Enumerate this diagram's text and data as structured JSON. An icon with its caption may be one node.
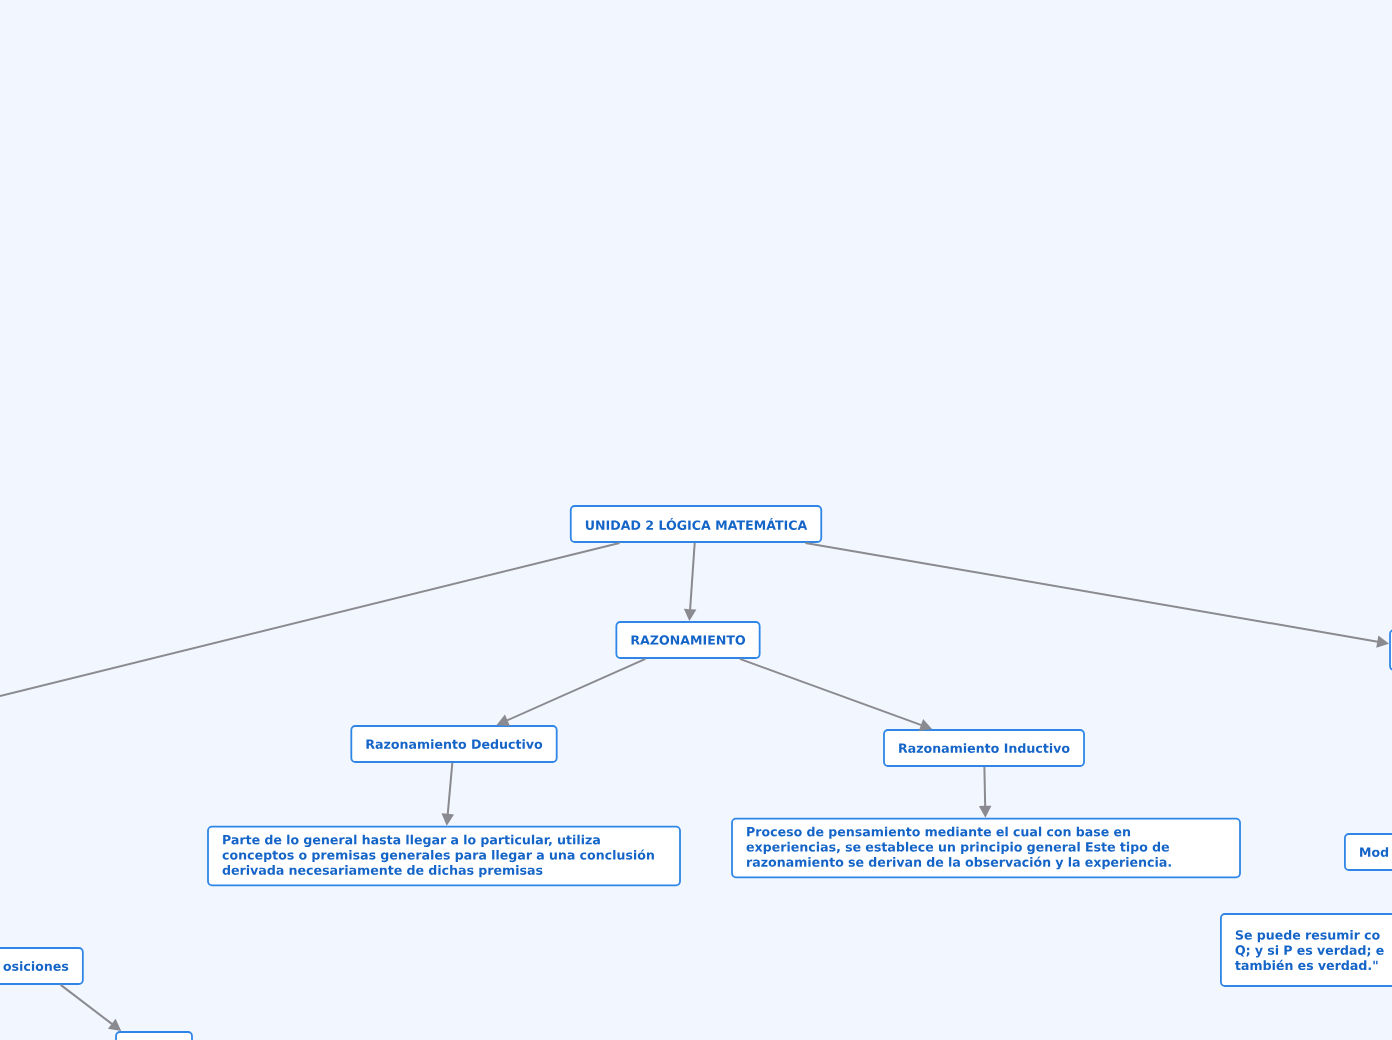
{
  "diagram": {
    "nodes": [
      {
        "text": [
          "UNIDAD 2 LÓGICA MATEMÁTICA"
        ]
      },
      {
        "text": [
          "RAZONAMIENTO"
        ]
      },
      {
        "text": [
          "Razonamiento Deductivo"
        ]
      },
      {
        "text": [
          "Parte de lo general hasta llegar a lo particular, utiliza conceptos o premisas generales para llegar a una conclusión derivada necesariamente de dichas premisas"
        ]
      },
      {
        "text": [
          "Razonamiento Inductivo"
        ]
      },
      {
        "text": [
          "Proceso de pensamiento mediante el cual con base en experiencias, se establece un principio general Este tipo de razonamiento se derivan de la observación y la experiencia."
        ]
      },
      {
        "text": [],
        "shape": "box"
      },
      {
        "text": [
          "Mod"
        ]
      },
      {
        "text": [
          "Se puede resumir co Q; y si P es verdad; e también es verdad.\""
        ]
      },
      {
        "text": [
          "osiciones"
        ]
      },
      {
        "text": [],
        "shape": "box"
      }
    ],
    "edges": [
      {
        "from": 0,
        "to": 1,
        "arrow": "to"
      },
      {
        "from": 0,
        "to": 6,
        "arrow": "to"
      },
      {
        "from": 0,
        "to": null,
        "arrow": "none"
      },
      {
        "from": 1,
        "to": 2,
        "arrow": "to"
      },
      {
        "from": 1,
        "to": 4,
        "arrow": "to"
      },
      {
        "from": 2,
        "to": 3,
        "arrow": "to"
      },
      {
        "from": 4,
        "to": 5,
        "arrow": "to"
      },
      {
        "from": 9,
        "to": 10,
        "arrow": "to"
      }
    ]
  }
}
